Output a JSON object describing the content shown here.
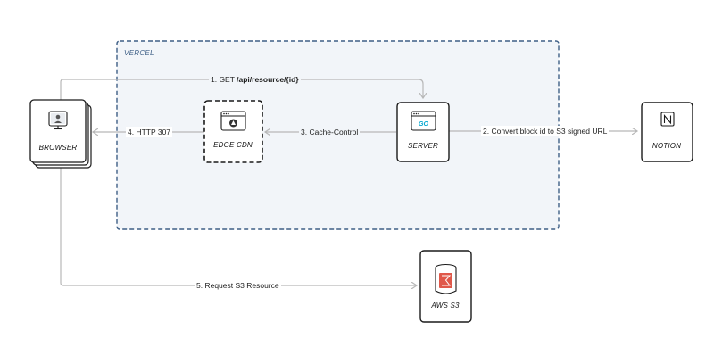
{
  "group": {
    "label": "VERCEL"
  },
  "nodes": {
    "browser": {
      "label": "BROWSER",
      "icon": "user-monitor-icon"
    },
    "edge_cdn": {
      "label": "EDGE CDN",
      "icon": "globe-window-icon"
    },
    "server": {
      "label": "SERVER",
      "icon": "go-window-icon",
      "badge": "GO"
    },
    "notion": {
      "label": "NOTION",
      "icon": "notion-logo-icon"
    },
    "aws_s3": {
      "label": "AWS S3",
      "icon": "s3-bucket-icon"
    }
  },
  "edges": {
    "get_resource": {
      "prefix": "1. GET ",
      "bold": "/api/resource/{id}"
    },
    "convert_block": {
      "label": "2. Convert block id to S3 signed URL"
    },
    "cache_control": {
      "label": "3. Cache-Control"
    },
    "http_307": {
      "label": "4. HTTP 307"
    },
    "request_s3": {
      "label": "5. Request S3 Resource"
    }
  },
  "colors": {
    "group_fill": "#f2f5f9",
    "group_border": "#3e5f86",
    "line": "#b8b8b8",
    "node_border": "#1a1a1a",
    "s3_red": "#e0584a"
  }
}
